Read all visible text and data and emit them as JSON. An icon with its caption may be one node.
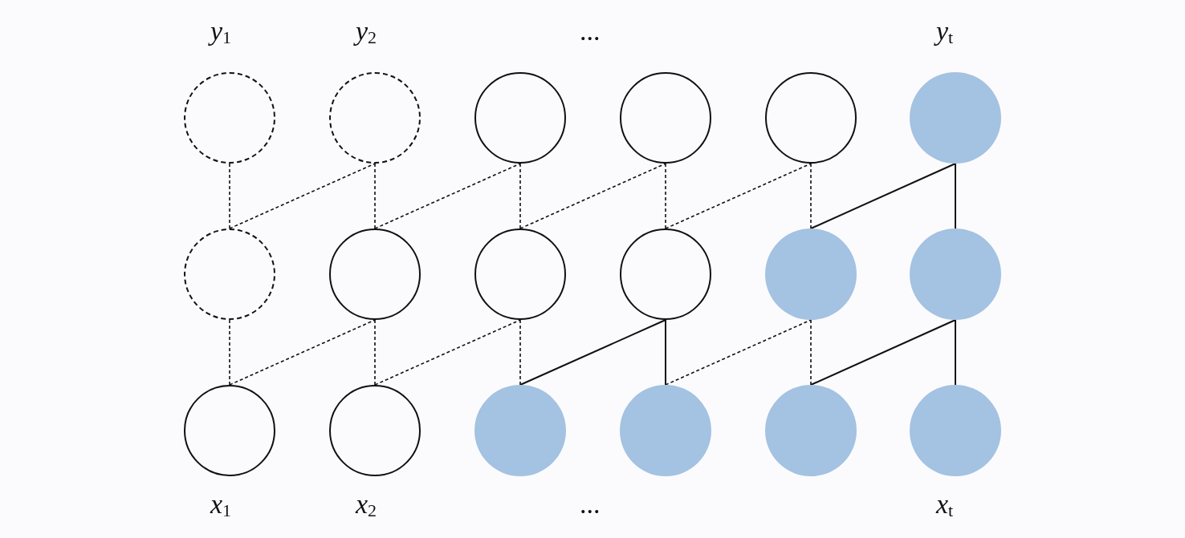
{
  "diagram": {
    "nodes": [
      {
        "text": [],
        "shape": "circle",
        "beside": [
          "*y*$_{1}$"
        ]
      },
      {
        "text": [],
        "shape": "circle",
        "beside": [
          "*y*$_{2}$"
        ]
      },
      {
        "text": [],
        "shape": "circle"
      },
      {
        "text": [],
        "shape": "circle"
      },
      {
        "text": [],
        "shape": "circle"
      },
      {
        "text": [],
        "shape": "circle",
        "beside": [
          "*y*$_{t}$"
        ]
      },
      {
        "text": [],
        "shape": "circle"
      },
      {
        "text": [],
        "shape": "circle"
      },
      {
        "text": [],
        "shape": "circle"
      },
      {
        "text": [],
        "shape": "circle"
      },
      {
        "text": [],
        "shape": "circle"
      },
      {
        "text": [],
        "shape": "circle"
      },
      {
        "text": [],
        "shape": "circle",
        "beside": [
          "*x*$_{1}$"
        ]
      },
      {
        "text": [],
        "shape": "circle",
        "beside": [
          "*x*$_{2}$"
        ]
      },
      {
        "text": [],
        "shape": "circle"
      },
      {
        "text": [],
        "shape": "circle"
      },
      {
        "text": [],
        "shape": "circle"
      },
      {
        "text": [],
        "shape": "circle",
        "beside": [
          "*x*$_{t}$"
        ]
      }
    ],
    "edges": [
      {
        "from": 0,
        "to": 6,
        "arrow": "none",
        "style": "dashed"
      },
      {
        "from": 1,
        "to": 7,
        "arrow": "none",
        "style": "dashed"
      },
      {
        "from": 2,
        "to": 8,
        "arrow": "none",
        "style": "dashed"
      },
      {
        "from": 3,
        "to": 9,
        "arrow": "none",
        "style": "dashed"
      },
      {
        "from": 4,
        "to": 10,
        "arrow": "none",
        "style": "dashed"
      },
      {
        "from": 5,
        "to": 11,
        "arrow": "none"
      },
      {
        "from": 6,
        "to": 12,
        "arrow": "none",
        "style": "dashed"
      },
      {
        "from": 7,
        "to": 13,
        "arrow": "none",
        "style": "dashed"
      },
      {
        "from": 8,
        "to": 14,
        "arrow": "none",
        "style": "dashed"
      },
      {
        "from": 9,
        "to": 15,
        "arrow": "none"
      },
      {
        "from": 10,
        "to": 16,
        "arrow": "none",
        "style": "dashed"
      },
      {
        "from": 11,
        "to": 17,
        "arrow": "none"
      },
      {
        "from": 6,
        "to": 1,
        "arrow": "none",
        "style": "dashed"
      },
      {
        "from": 7,
        "to": 2,
        "arrow": "none",
        "style": "dashed"
      },
      {
        "from": 8,
        "to": 3,
        "arrow": "none",
        "style": "dashed"
      },
      {
        "from": 9,
        "to": 4,
        "arrow": "none",
        "style": "dashed"
      },
      {
        "from": 10,
        "to": 5,
        "arrow": "none"
      },
      {
        "from": 12,
        "to": 7,
        "arrow": "none",
        "style": "dashed"
      },
      {
        "from": 13,
        "to": 8,
        "arrow": "none",
        "style": "dashed"
      },
      {
        "from": 14,
        "to": 9,
        "arrow": "none"
      },
      {
        "from": 15,
        "to": 10,
        "arrow": "none",
        "style": "dashed"
      },
      {
        "from": 16,
        "to": 11,
        "arrow": "none"
      }
    ],
    "labels": [
      "...",
      "..."
    ]
  }
}
